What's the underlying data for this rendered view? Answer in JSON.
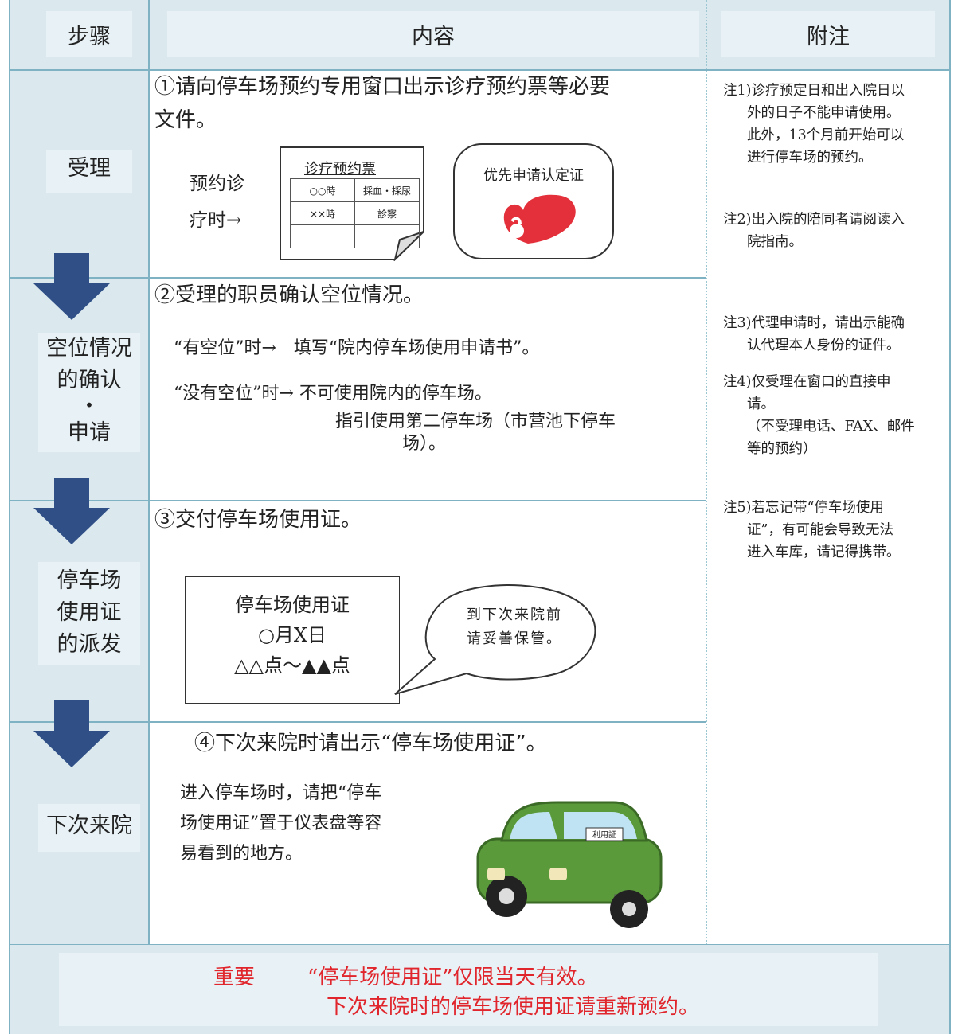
{
  "header": {
    "col1": "步骤",
    "col2": "内容",
    "col3": "附注"
  },
  "steps": [
    {
      "label_lines": [
        "受理"
      ]
    },
    {
      "label_lines": [
        "空位情况",
        "的确认",
        "・",
        "申请"
      ]
    },
    {
      "label_lines": [
        "停车场",
        "使用证",
        "的派发"
      ]
    },
    {
      "label_lines": [
        "下次来院"
      ]
    }
  ],
  "step1": {
    "heading": [
      "①请向停车场预约专用窗口出示诊疗预约票等必要",
      "文件。"
    ],
    "side_text": [
      "预约诊",
      "疗时→"
    ],
    "ticket": {
      "title": "诊疗预约票",
      "rows": [
        [
          "○○時",
          "採血・採尿"
        ],
        [
          "××時",
          "診察"
        ],
        [
          "",
          ""
        ]
      ]
    },
    "cert": "优先申请认定证"
  },
  "step2": {
    "heading": "②受理的职员确认空位情况。",
    "line1": "“有空位”时→　填写“院内停车场使用申请书”。",
    "line2": "“没有空位”时→ 不可使用院内的停车场。",
    "line3": "指引使用第二停车场（市营池下停车",
    "line4": "场）。"
  },
  "step3": {
    "heading": "③交付停车场使用证。",
    "card": [
      "停车场使用证",
      "○月X日",
      "△△点～▲▲点"
    ],
    "bubble": [
      "到下次来院前",
      "请妥善保管。"
    ]
  },
  "step4": {
    "heading": "④下次来院时请出示“停车场使用证”。",
    "body": [
      "进入停车场时，请把“停车",
      "场使用证”置于仪表盘等容",
      "易看到的地方。"
    ],
    "car_tag": "利用証"
  },
  "notes": [
    [
      "注1)诊疗预定日和出入院日以",
      "外的日子不能申请使用。",
      "此外，13个月前开始可以",
      "进行停车场的预约。"
    ],
    [
      "注2)出入院的陪同者请阅读入",
      "院指南。"
    ],
    [
      "注3)代理申请时，请出示能确",
      "认代理本人身份的证件。"
    ],
    [
      "注4)仅受理在窗口的直接申",
      "请。",
      "（不受理电话、FAX、邮件",
      "等的预约）"
    ],
    [
      "注5)若忘记带“停车场使用",
      "证”，有可能会导致无法",
      "进入车库，请记得携带。"
    ]
  ],
  "important": {
    "label": "重要",
    "line1": "“停车场使用证”仅限当天有效。",
    "line2": "下次来院时的停车场使用证请重新预约。"
  },
  "colors": {
    "arrow": "#2f4f86",
    "frame": "#dbe9ef",
    "important": "#e0262c",
    "car": "#5a9a3a"
  }
}
